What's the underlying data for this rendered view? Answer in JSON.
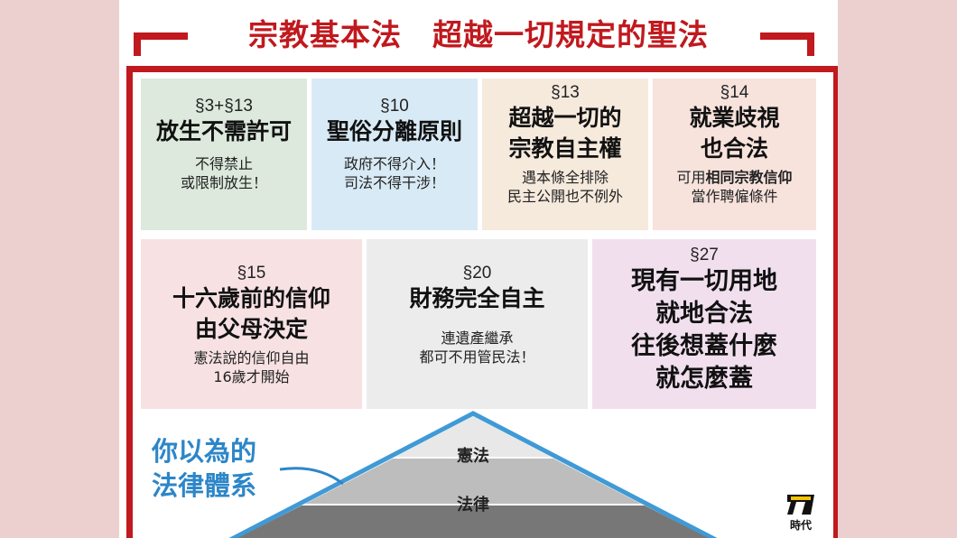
{
  "title": "宗教基本法　超越一切規定的聖法",
  "cards": [
    {
      "section": "§3+§13",
      "headline": "放生不需許可",
      "body1": "不得禁止",
      "body2": "或限制放生！"
    },
    {
      "section": "§10",
      "headline": "聖俗分離原則",
      "body1": "政府不得介入！",
      "body2": "司法不得干涉！"
    },
    {
      "section": "§13",
      "headline1": "超越一切的",
      "headline2": "宗教自主權",
      "body1": "遇本條全排除",
      "body2": "民主公開也不例外"
    },
    {
      "section": "§14",
      "headline1": "就業歧視",
      "headline2": "也合法",
      "body1_pre": "可用",
      "body1_bold": "相同宗教信仰",
      "body2": "當作聘僱條件"
    },
    {
      "section": "§15",
      "headline1": "十六歲前的信仰",
      "headline2": "由父母決定",
      "body1": "憲法說的信仰自由",
      "body2": "16歲才開始"
    },
    {
      "section": "§20",
      "headline": "財務完全自主",
      "body1": "連遺產繼承",
      "body2": "都可不用管民法！"
    },
    {
      "section": "§27",
      "headline1": "現有一切用地",
      "headline2": "就地合法",
      "headline3": "往後想蓋什麼",
      "headline4": "就怎麼蓋"
    }
  ],
  "pyramid": {
    "caption1": "你以為的",
    "caption2": "法律體系",
    "level1": "憲法",
    "level2": "法律"
  },
  "logo": {
    "text": "時代"
  },
  "colors": {
    "accent": "#c0191e",
    "caption": "#2d86c8",
    "pyramid_outline": "#3f9ad6"
  }
}
